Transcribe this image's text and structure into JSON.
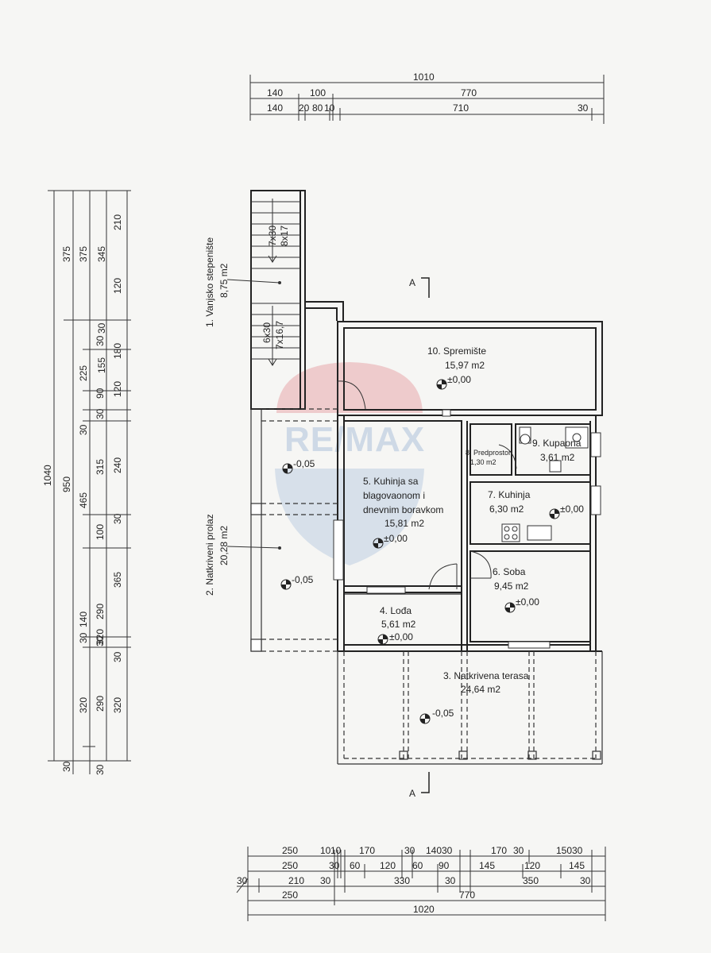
{
  "watermark": {
    "text": "RE/MAX",
    "balloon_color": "#e07a82",
    "text_color": "#9fb8d6"
  },
  "section_marks": {
    "top": "A",
    "bottom": "A"
  },
  "rooms": [
    {
      "id": "r1",
      "name": "1. Vanjsko stepenište",
      "area": "8,75 m2"
    },
    {
      "id": "r2",
      "name": "2. Natkriveni prolaz",
      "area": "20,28 m2"
    },
    {
      "id": "r3",
      "name": "3. Natkrivena terasa",
      "area": "24,64 m2"
    },
    {
      "id": "r4",
      "name": "4. Lođa",
      "area": "5,61 m2"
    },
    {
      "id": "r5",
      "name_lines": [
        "5. Kuhinja sa",
        "blagovaonom i",
        "dnevnim boravkom"
      ],
      "area": "15,81 m2"
    },
    {
      "id": "r6",
      "name": "6. Soba",
      "area": "9,45 m2"
    },
    {
      "id": "r7",
      "name": "7. Kuhinja",
      "area": "6,30 m2"
    },
    {
      "id": "r8",
      "name": "8. Predprostor",
      "area": "1,30 m2"
    },
    {
      "id": "r9",
      "name": "9. Kupaona",
      "area": "3,61 m2"
    },
    {
      "id": "r10",
      "name": "10. Spremište",
      "area": "15,97 m2"
    }
  ],
  "levels": {
    "zero": "±0,00",
    "minus": "-0,05"
  },
  "stairs": {
    "upper": [
      "7x30",
      "8x17"
    ],
    "lower": [
      "6x30",
      "7x16,7"
    ]
  },
  "dims_top": {
    "row1": [
      "1010"
    ],
    "row2": [
      "140",
      "100",
      "770"
    ],
    "row3": [
      "140",
      "20",
      "80",
      "10",
      "710",
      "30"
    ]
  },
  "dims_bottom": {
    "row1": [
      "250",
      "10",
      "10",
      "170",
      "30",
      "140",
      "30",
      "170",
      "30",
      "150",
      "30"
    ],
    "row2": [
      "250",
      "30",
      "60",
      "120",
      "60",
      "90",
      "145",
      "120",
      "145"
    ],
    "row3": [
      "30",
      "210",
      "30",
      "330",
      "30",
      "350",
      "30"
    ],
    "row4": [
      "250",
      "770"
    ],
    "row5": [
      "1020"
    ]
  },
  "dims_left": {
    "col1": [
      "1040"
    ],
    "col2": [
      "375",
      "950",
      "30"
    ],
    "col3": [
      "375",
      "225",
      "30",
      "465",
      "140",
      "30",
      "320"
    ],
    "col4": [
      "30",
      "90",
      "30",
      "315",
      "100",
      "290",
      "30",
      "290",
      "30"
    ],
    "col5": [
      "345",
      "155",
      "30",
      "120",
      "240",
      "365",
      "30",
      "320"
    ],
    "col6": [
      "210",
      "120",
      "180",
      "320",
      "30"
    ]
  }
}
